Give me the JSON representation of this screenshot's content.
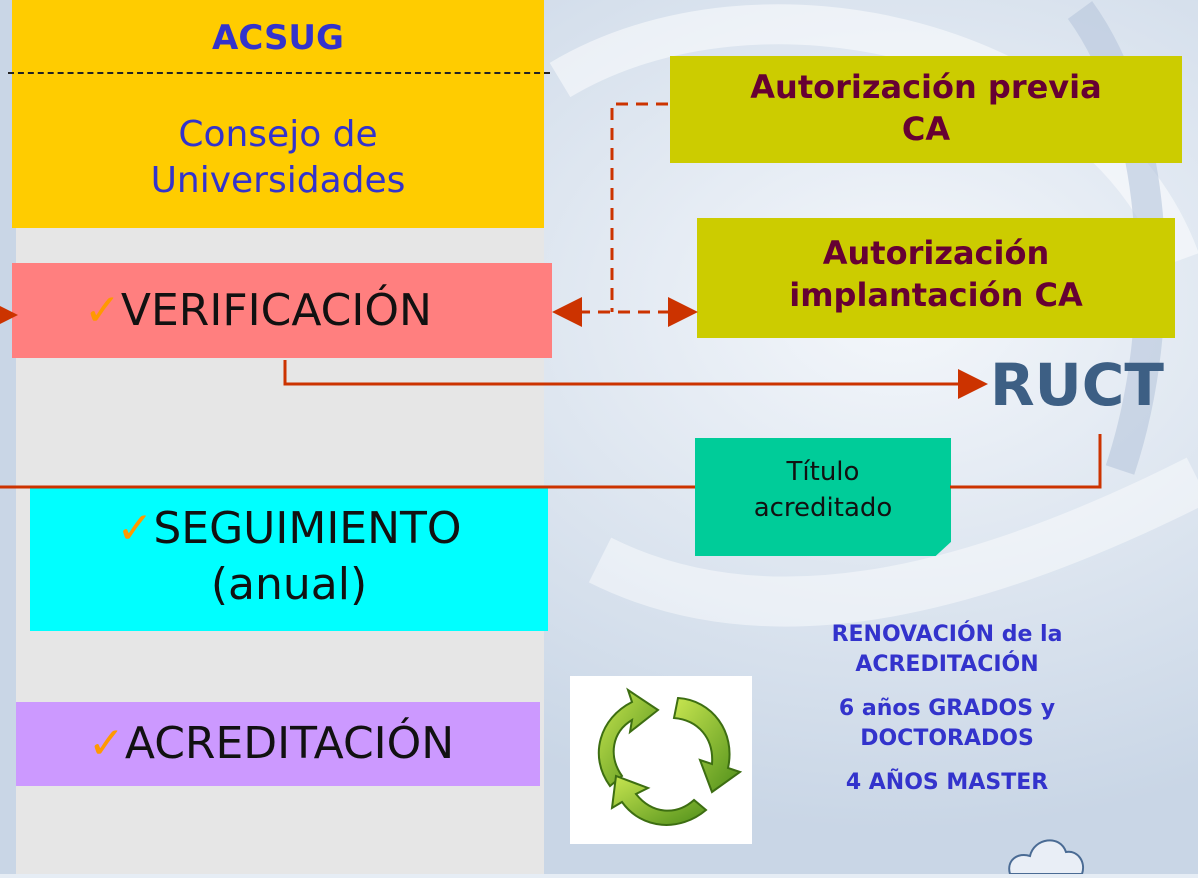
{
  "acsug": {
    "title": "ACSUG",
    "subtitle_line1": "Consejo de",
    "subtitle_line2": "Universidades"
  },
  "steps": {
    "verification": "VERIFICACIÓN",
    "monitoring_line1": "SEGUIMIENTO",
    "monitoring_line2": "(anual)",
    "accreditation": "ACREDITACIÓN",
    "check_glyph": "✓"
  },
  "authorizations": {
    "prior_line1": "Autorización previa",
    "prior_line2": "CA",
    "implementation_line1": "Autorización",
    "implementation_line2": "implantación CA"
  },
  "registry": "RUCT",
  "accredited_title": {
    "line1": "Título",
    "line2": "acreditado"
  },
  "renewal": {
    "heading_line1": "RENOVACIÓN de la",
    "heading_line2": "ACREDITACIÓN",
    "grados_line1": "6 años GRADOS y",
    "grados_line2": "DOCTORADOS",
    "master": "4 AÑOS MASTER"
  },
  "icons": {
    "recycle": "recycle-arrows-icon",
    "logo": "cloud-logo-icon"
  },
  "colors": {
    "acsug": "#ffcc00",
    "verification": "#ff7f7f",
    "monitoring": "#00ffff",
    "accreditation": "#cc99ff",
    "authorization": "#cccc00",
    "accredited": "#00cc99",
    "connector": "#cc3300"
  }
}
